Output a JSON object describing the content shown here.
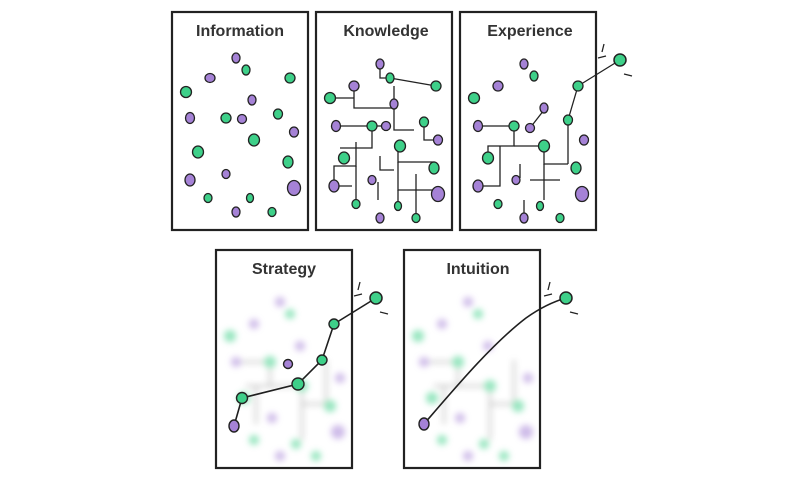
{
  "colors": {
    "green": "#3ed089",
    "purple": "#a582d6",
    "stroke": "#1f1f1f",
    "background": "#ffffff"
  },
  "panels": [
    {
      "id": "information",
      "title": "Information"
    },
    {
      "id": "knowledge",
      "title": "Knowledge"
    },
    {
      "id": "experience",
      "title": "Experience"
    },
    {
      "id": "strategy",
      "title": "Strategy"
    },
    {
      "id": "intuition",
      "title": "Intuition"
    }
  ]
}
